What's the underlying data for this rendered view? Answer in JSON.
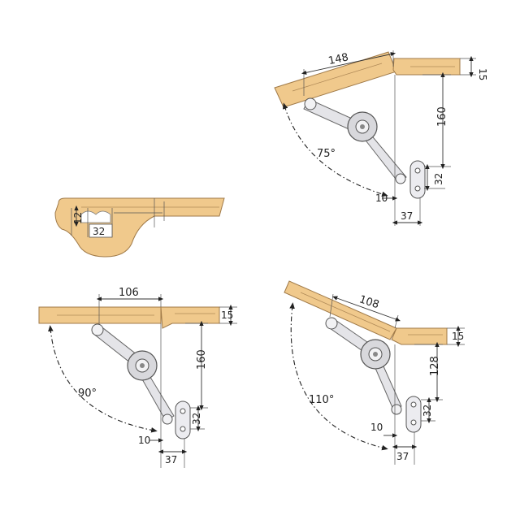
{
  "diagrams": {
    "d75": {
      "w148": "148",
      "h15": "15",
      "h160": "160",
      "h32": "32",
      "w10": "10",
      "w37": "37",
      "angle": "75°"
    },
    "detail": {
      "h12": "12",
      "w32": "32"
    },
    "d90": {
      "w106": "106",
      "h15": "15",
      "h160": "160",
      "h32": "32",
      "w10": "10",
      "w37": "37",
      "angle": "90°"
    },
    "d110": {
      "w108": "108",
      "h15": "15",
      "h128": "128",
      "h32": "32",
      "w10": "10",
      "w37": "37",
      "angle": "110°"
    }
  },
  "colors": {
    "wood": "#f0c98c",
    "metal": "#e4e4e8",
    "line": "#333333"
  }
}
